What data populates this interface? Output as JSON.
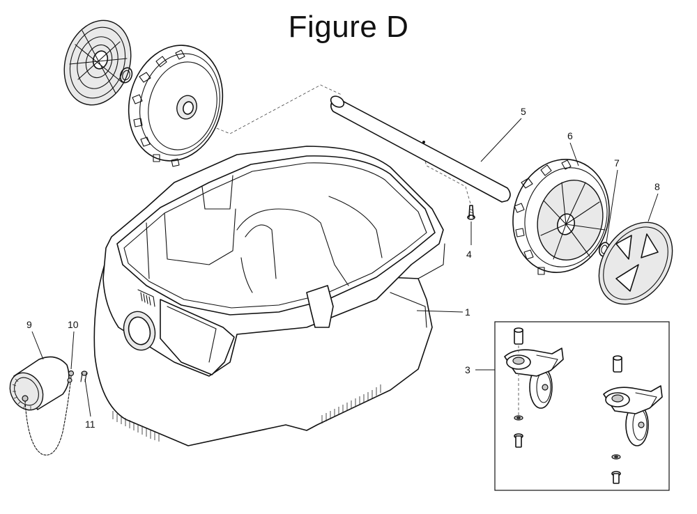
{
  "figure": {
    "title": "Figure D",
    "callouts": [
      "1",
      "3",
      "4",
      "5",
      "6",
      "7",
      "8",
      "9",
      "10",
      "11"
    ]
  }
}
